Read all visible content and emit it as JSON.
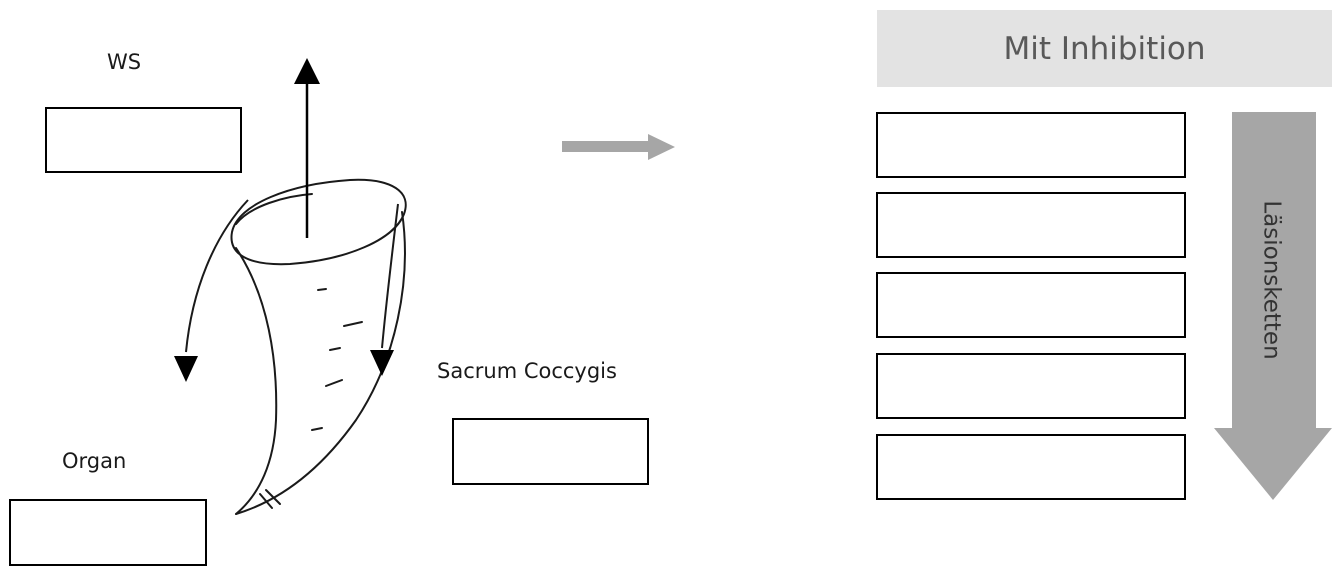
{
  "labels": {
    "ws": "WS",
    "organ": "Organ",
    "sacrum": "Sacrum Coccygis"
  },
  "header": {
    "title": "Mit Inhibition"
  },
  "chain": {
    "label": "Läsionsketten",
    "boxes": [
      "",
      "",
      "",
      "",
      ""
    ]
  },
  "answer_boxes": {
    "ws": "",
    "organ": "",
    "sacrum": ""
  },
  "colors": {
    "header_bg": "#e3e3e3",
    "header_text": "#595959",
    "chain_arrow": "#a6a6a6",
    "side_arrow": "#a6a6a6",
    "outline": "#000000"
  },
  "icons": {
    "sacrum_sketch": "sacrum-coccyx-drawing",
    "flow_arrow": "right-arrow-icon",
    "chain_arrow": "down-arrow-icon"
  }
}
